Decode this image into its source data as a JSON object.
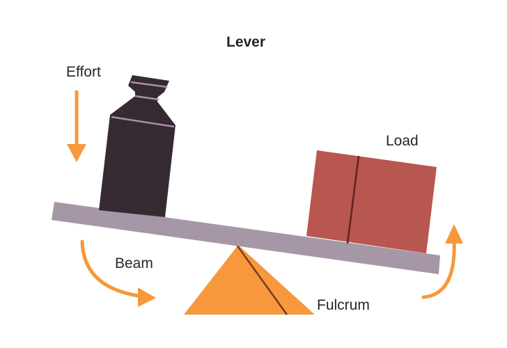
{
  "title": "Lever",
  "labels": {
    "effort": "Effort",
    "load": "Load",
    "beam": "Beam",
    "fulcrum": "Fulcrum"
  },
  "colors": {
    "arrow": "#F7983C",
    "fulcrum": "#F7983C",
    "fulcrum_line": "#7A3A22",
    "beam": "#A697A7",
    "weight": "#362A33",
    "weight_band": "#A98FA8",
    "load_box": "#B85650",
    "load_seam": "#5E2420",
    "text": "#262626"
  },
  "icons": {
    "effort_arrow": "arrow-down-icon",
    "beam_arrow": "curved-arrow-right-icon",
    "load_arrow": "curved-arrow-up-icon"
  }
}
